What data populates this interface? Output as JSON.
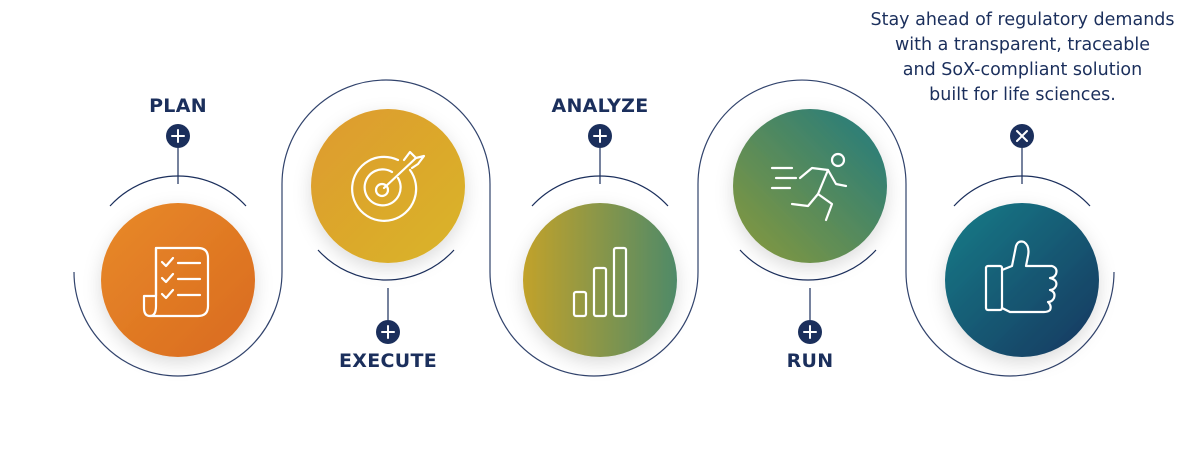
{
  "steps": [
    {
      "label": "PLAN",
      "icon": "checklist-icon",
      "badge": "plus-icon",
      "gradient": [
        "#e88a2a",
        "#d96a1e"
      ]
    },
    {
      "label": "EXECUTE",
      "icon": "target-icon",
      "badge": "plus-icon",
      "gradient": [
        "#de9a2e",
        "#d9b52a"
      ]
    },
    {
      "label": "ANALYZE",
      "icon": "bar-chart-icon",
      "badge": "plus-icon",
      "gradient": [
        "#c2a22a",
        "#4f8a68"
      ]
    },
    {
      "label": "RUN",
      "icon": "running-person-icon",
      "badge": "plus-icon",
      "gradient": [
        "#8a9a3a",
        "#1f7a80"
      ]
    },
    {
      "label": "",
      "icon": "thumbs-up-icon",
      "badge": "close-icon",
      "gradient": [
        "#1a7d88",
        "#13365f"
      ]
    }
  ],
  "tagline": [
    "Stay ahead of regulatory demands",
    "with a transparent, traceable",
    "and SoX-compliant solution",
    "built for life sciences."
  ],
  "colors": {
    "navy": "#1b2f5c",
    "connector": "#1b2f5c"
  }
}
